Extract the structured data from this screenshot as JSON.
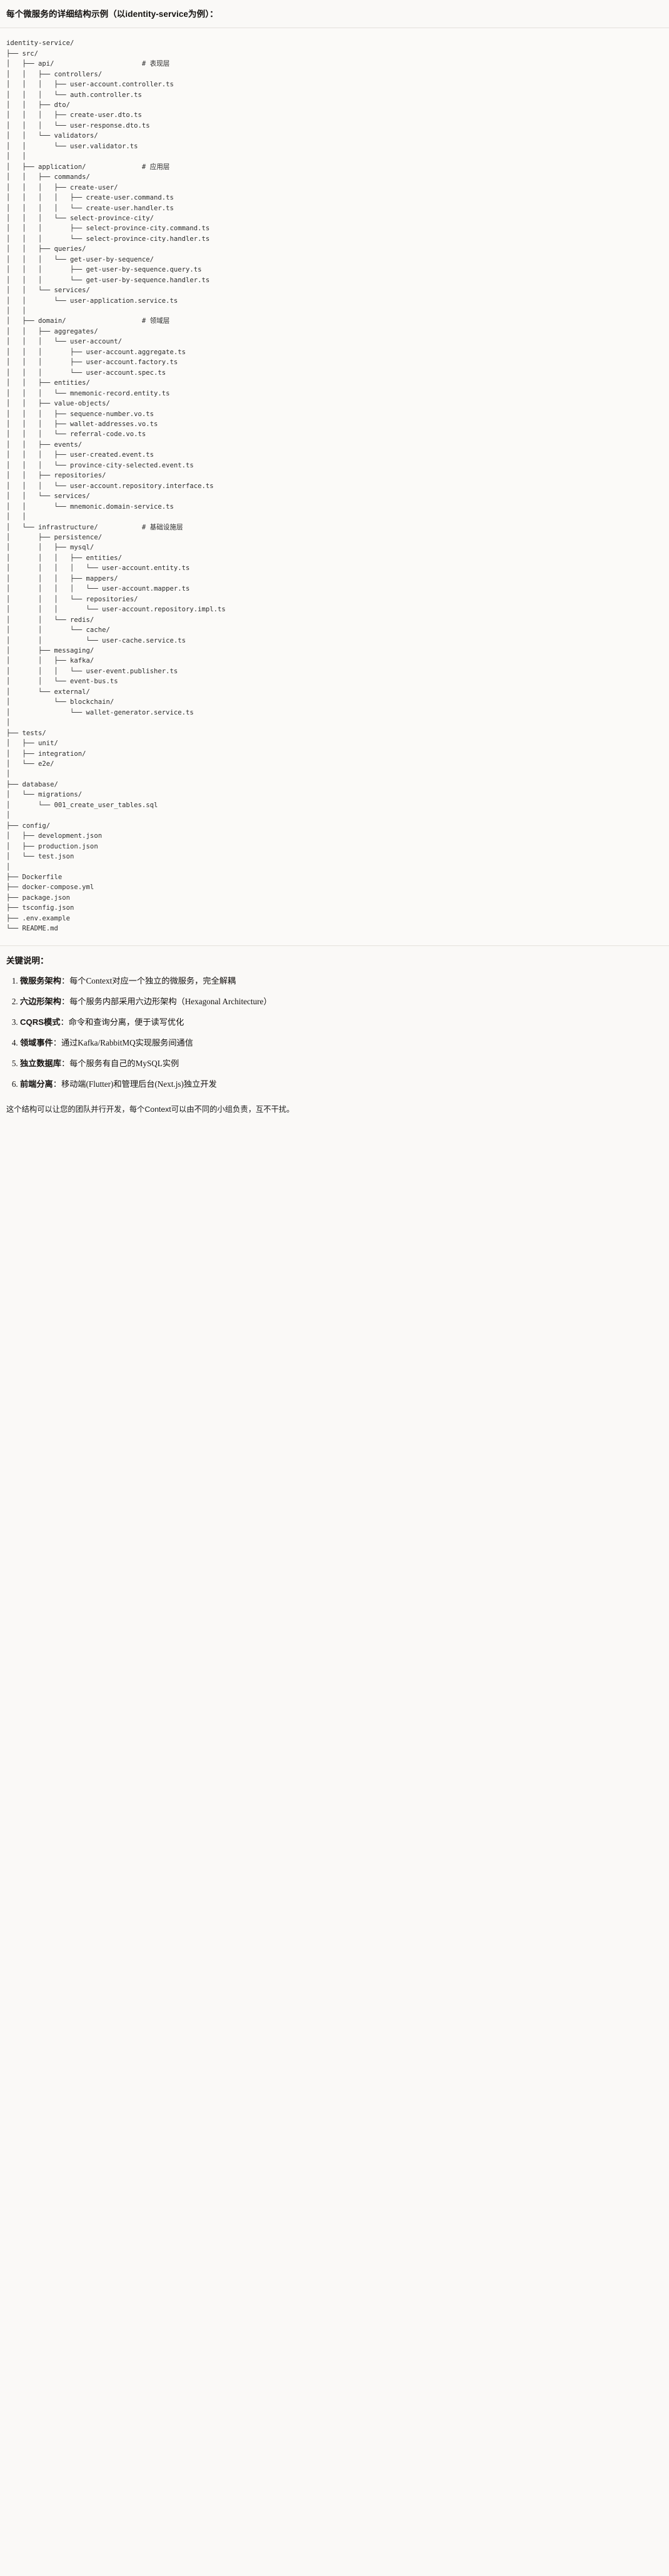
{
  "header": {
    "title": "每个微服务的详细结构示例（以identity-service为例）："
  },
  "tree": {
    "root": "identity-service/",
    "text": "identity-service/\n├── src/\n│   ├── api/                      # 表现层\n│   │   ├── controllers/\n│   │   │   ├── user-account.controller.ts\n│   │   │   └── auth.controller.ts\n│   │   ├── dto/\n│   │   │   ├── create-user.dto.ts\n│   │   │   └── user-response.dto.ts\n│   │   └── validators/\n│   │       └── user.validator.ts\n│   │\n│   ├── application/              # 应用层\n│   │   ├── commands/\n│   │   │   ├── create-user/\n│   │   │   │   ├── create-user.command.ts\n│   │   │   │   └── create-user.handler.ts\n│   │   │   └── select-province-city/\n│   │   │       ├── select-province-city.command.ts\n│   │   │       └── select-province-city.handler.ts\n│   │   ├── queries/\n│   │   │   └── get-user-by-sequence/\n│   │   │       ├── get-user-by-sequence.query.ts\n│   │   │       └── get-user-by-sequence.handler.ts\n│   │   └── services/\n│   │       └── user-application.service.ts\n│   │\n│   ├── domain/                   # 领域层\n│   │   ├── aggregates/\n│   │   │   └── user-account/\n│   │   │       ├── user-account.aggregate.ts\n│   │   │       ├── user-account.factory.ts\n│   │   │       └── user-account.spec.ts\n│   │   ├── entities/\n│   │   │   └── mnemonic-record.entity.ts\n│   │   ├── value-objects/\n│   │   │   ├── sequence-number.vo.ts\n│   │   │   ├── wallet-addresses.vo.ts\n│   │   │   └── referral-code.vo.ts\n│   │   ├── events/\n│   │   │   ├── user-created.event.ts\n│   │   │   └── province-city-selected.event.ts\n│   │   ├── repositories/\n│   │   │   └── user-account.repository.interface.ts\n│   │   └── services/\n│   │       └── mnemonic.domain-service.ts\n│   │\n│   └── infrastructure/           # 基础设施层\n│       ├── persistence/\n│       │   ├── mysql/\n│       │   │   ├── entities/\n│       │   │   │   └── user-account.entity.ts\n│       │   │   ├── mappers/\n│       │   │   │   └── user-account.mapper.ts\n│       │   │   └── repositories/\n│       │   │       └── user-account.repository.impl.ts\n│       │   └── redis/\n│       │       └── cache/\n│       │           └── user-cache.service.ts\n│       ├── messaging/\n│       │   ├── kafka/\n│       │   │   └── user-event.publisher.ts\n│       │   └── event-bus.ts\n│       └── external/\n│           └── blockchain/\n│               └── wallet-generator.service.ts\n│\n├── tests/\n│   ├── unit/\n│   ├── integration/\n│   └── e2e/\n│\n├── database/\n│   └── migrations/\n│       └── 001_create_user_tables.sql\n│\n├── config/\n│   ├── development.json\n│   ├── production.json\n│   └── test.json\n│\n├── Dockerfile\n├── docker-compose.yml\n├── package.json\n├── tsconfig.json\n├── .env.example\n└── README.md"
  },
  "notes": {
    "title": "关键说明：",
    "items": [
      {
        "key": "微服务架构",
        "sep": "：",
        "value": "每个Context对应一个独立的微服务，完全解耦"
      },
      {
        "key": "六边形架构",
        "sep": "：",
        "value": "每个服务内部采用六边形架构（Hexagonal Architecture）"
      },
      {
        "key": "CQRS模式",
        "sep": "：",
        "value": "命令和查询分离，便于读写优化"
      },
      {
        "key": "领域事件",
        "sep": "：",
        "value": "通过Kafka/RabbitMQ实现服务间通信"
      },
      {
        "key": "独立数据库",
        "sep": "：",
        "value": "每个服务有自己的MySQL实例"
      },
      {
        "key": "前端分离",
        "sep": "：",
        "value": "移动端(Flutter)和管理后台(Next.js)独立开发"
      }
    ]
  },
  "closing": "这个结构可以让您的团队并行开发，每个Context可以由不同的小组负责，互不干扰。"
}
